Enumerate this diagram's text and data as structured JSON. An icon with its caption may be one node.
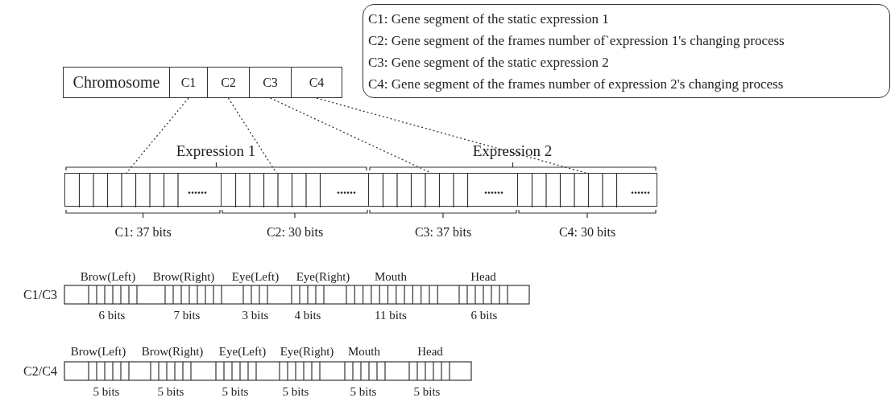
{
  "diagram": {
    "nodes": [
      {
        "text": [
          "Chromosome"
        ]
      },
      {
        "text": [
          "C1"
        ]
      },
      {
        "text": [
          "C2"
        ]
      },
      {
        "text": [
          "C3"
        ]
      },
      {
        "text": [
          "C4"
        ]
      },
      {
        "text": [
          "C1: Gene segment of the static expression 1",
          "C2: Gene segment of the frames number of`expression 1's changing process",
          "C3: Gene segment of the static expression 2",
          "C4: Gene segment of the frames number of expression 2's changing process"
        ]
      },
      {
        "text": [],
        "shape": "bar",
        "beside": [
          "C1: 37 bits"
        ]
      },
      {
        "text": [],
        "shape": "bar",
        "beside": [
          "C2: 30 bits"
        ]
      },
      {
        "text": [],
        "shape": "bar",
        "beside": [
          "C3: 37 bits"
        ]
      },
      {
        "text": [],
        "shape": "bar",
        "beside": [
          "C4: 30 bits"
        ]
      }
    ],
    "edges": [
      {
        "from": 1,
        "to": 6,
        "arrow": "none",
        "style": "dashed"
      },
      {
        "from": 2,
        "to": 7,
        "arrow": "none",
        "style": "dashed"
      },
      {
        "from": 3,
        "to": 8,
        "arrow": "none",
        "style": "dashed"
      },
      {
        "from": 4,
        "to": 9,
        "arrow": "none",
        "style": "dashed"
      }
    ],
    "labels": [
      "Expression 1",
      "Expression 2",
      "......",
      "......",
      "......",
      "......",
      "Brow(Left)",
      "Brow(Right)",
      "Eye(Left)",
      "Eye(Right)",
      "Mouth",
      "Head",
      "C1/C3",
      "6 bits",
      "7 bits",
      "3 bits",
      "4 bits",
      "11 bits",
      "6 bits",
      "Brow(Left)",
      "Brow(Right)",
      "Eye(Left)",
      "Eye(Right)",
      "Mouth",
      "Head",
      "C2/C4",
      "5 bits",
      "5 bits",
      "5 bits",
      "5 bits",
      "5 bits",
      "5 bits"
    ]
  }
}
